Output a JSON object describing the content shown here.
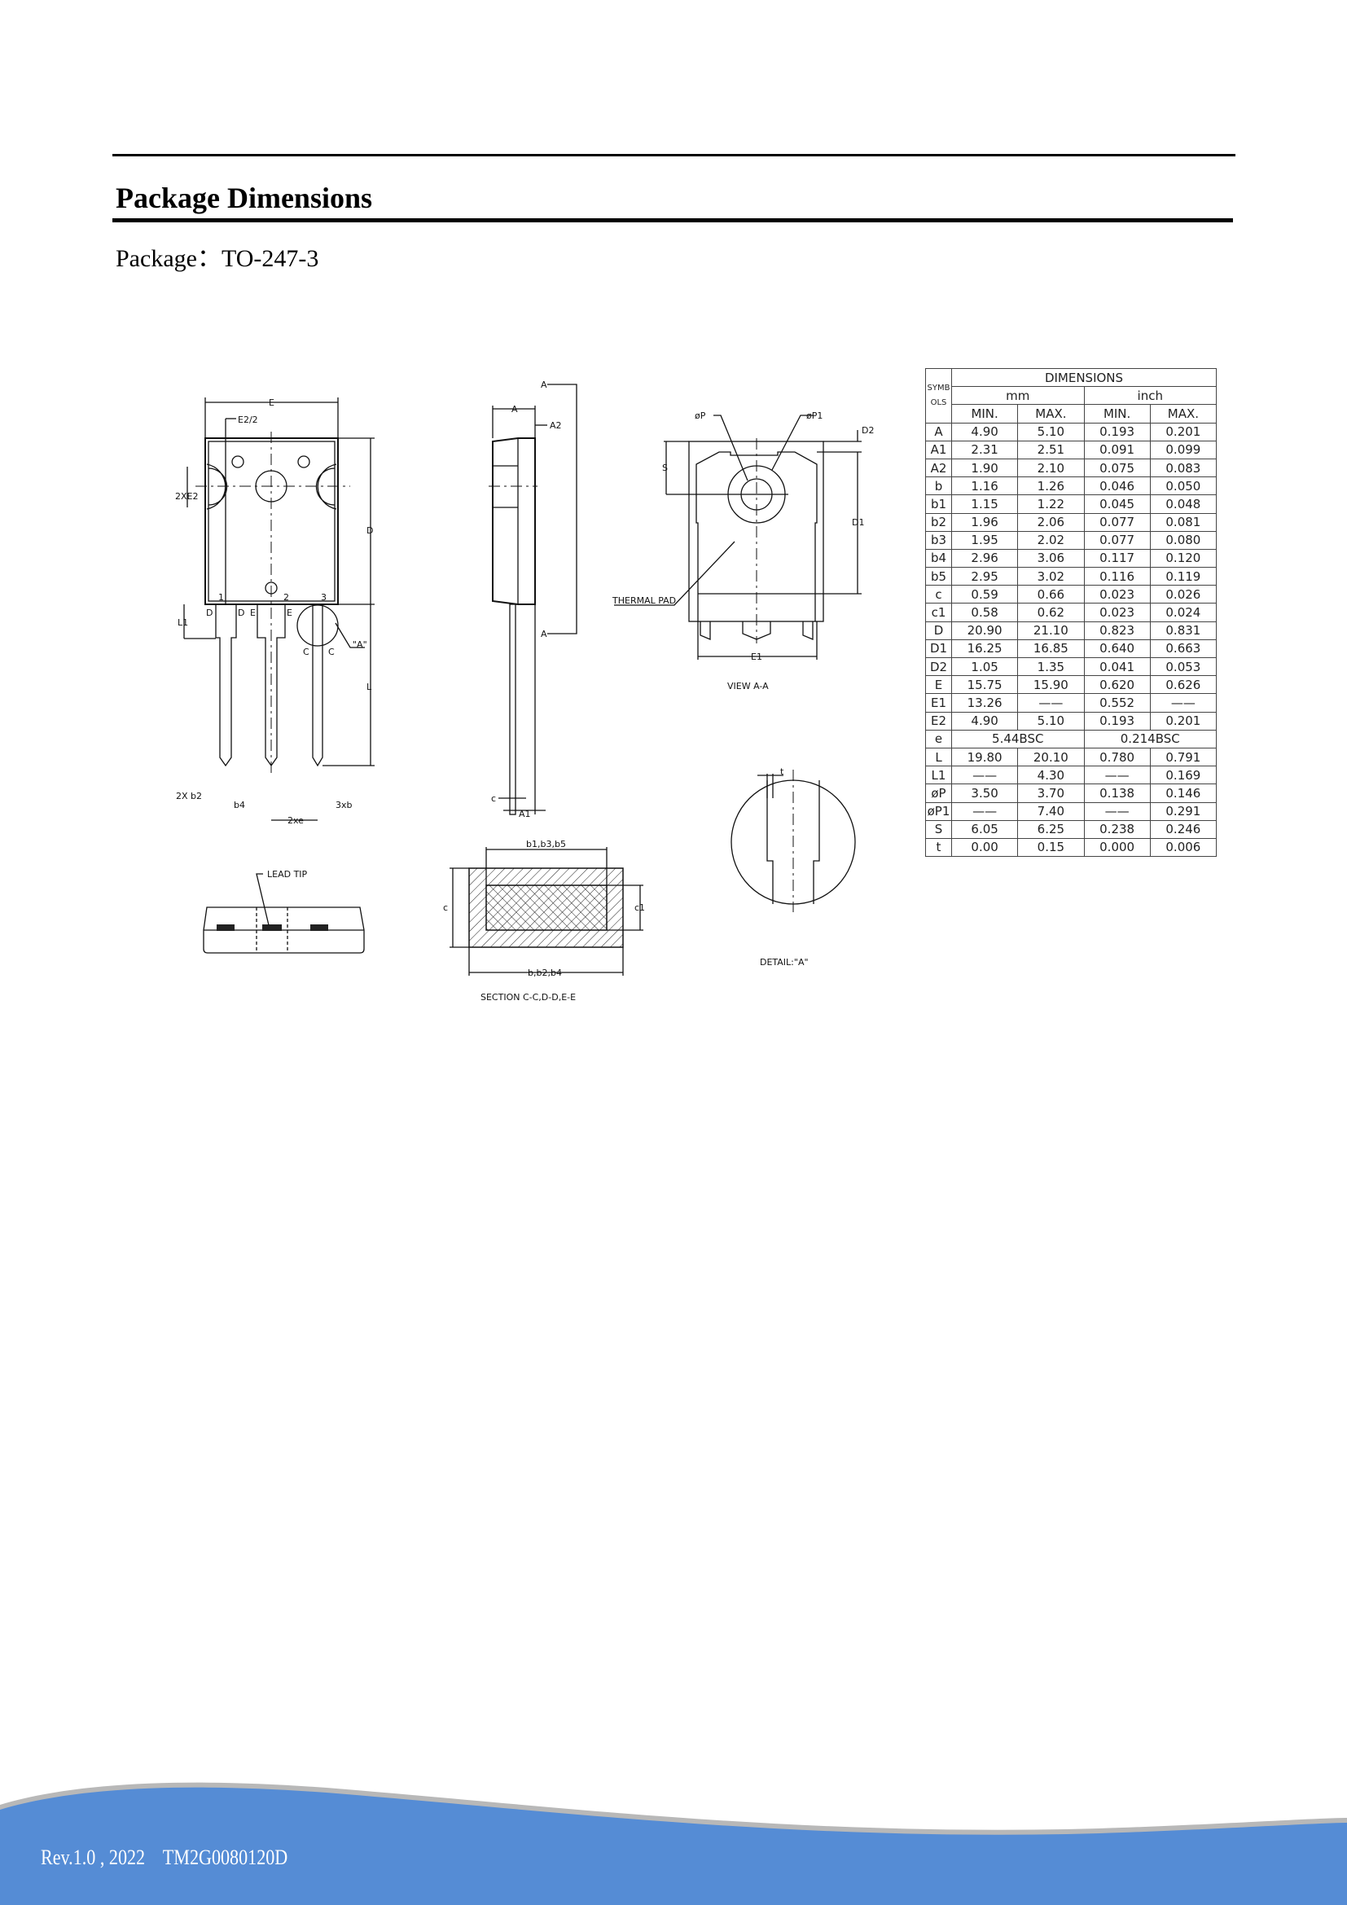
{
  "header": {
    "title": "Package Dimensions",
    "package_line": "Package：TO-247-3"
  },
  "drawings": {
    "front": {
      "E": "E",
      "E2_half": "E2/2",
      "two_x_E2": "2XE2",
      "D": "D",
      "L": "L",
      "L1": "L1",
      "pin1": "1",
      "pin2": "2",
      "pin3": "3",
      "secD1": "D",
      "secD2": "D",
      "secE1": "E",
      "secE2": "E",
      "secC1": "C",
      "secC2": "C",
      "detailA": "\"A\"",
      "two_x_b2": "2X  b2",
      "b4": "b4",
      "two_x_e": "2xe",
      "three_x_b": "3xb"
    },
    "side": {
      "A_top": "A",
      "A_bottom": "A",
      "A": "A",
      "A2": "A2",
      "c": "c",
      "A1": "A1"
    },
    "view_aa": {
      "phiP": "øP",
      "phiP1": "øP1",
      "D2": "D2",
      "S": "S",
      "D1": "D1",
      "thermal_pad": "THERMAL PAD",
      "E1": "E1",
      "caption": "VIEW A-A"
    },
    "lead_tip": {
      "label": "LEAD TIP"
    },
    "section": {
      "top": "b1,b3,b5",
      "c": "c",
      "c1": "c1",
      "bottom": "b,b2,b4",
      "caption": "SECTION C-C,D-D,E-E"
    },
    "detail": {
      "t": "t",
      "caption": "DETAIL:\"A\""
    }
  },
  "table": {
    "symbols_header": "SYMBOLS",
    "dimensions_header": "DIMENSIONS",
    "mm": "mm",
    "inch": "inch",
    "min": "MIN.",
    "max": "MAX.",
    "rows": [
      [
        "A",
        "4.90",
        "5.10",
        "0.193",
        "0.201"
      ],
      [
        "A1",
        "2.31",
        "2.51",
        "0.091",
        "0.099"
      ],
      [
        "A2",
        "1.90",
        "2.10",
        "0.075",
        "0.083"
      ],
      [
        "b",
        "1.16",
        "1.26",
        "0.046",
        "0.050"
      ],
      [
        "b1",
        "1.15",
        "1.22",
        "0.045",
        "0.048"
      ],
      [
        "b2",
        "1.96",
        "2.06",
        "0.077",
        "0.081"
      ],
      [
        "b3",
        "1.95",
        "2.02",
        "0.077",
        "0.080"
      ],
      [
        "b4",
        "2.96",
        "3.06",
        "0.117",
        "0.120"
      ],
      [
        "b5",
        "2.95",
        "3.02",
        "0.116",
        "0.119"
      ],
      [
        "c",
        "0.59",
        "0.66",
        "0.023",
        "0.026"
      ],
      [
        "c1",
        "0.58",
        "0.62",
        "0.023",
        "0.024"
      ],
      [
        "D",
        "20.90",
        "21.10",
        "0.823",
        "0.831"
      ],
      [
        "D1",
        "16.25",
        "16.85",
        "0.640",
        "0.663"
      ],
      [
        "D2",
        "1.05",
        "1.35",
        "0.041",
        "0.053"
      ],
      [
        "E",
        "15.75",
        "15.90",
        "0.620",
        "0.626"
      ],
      [
        "E1",
        "13.26",
        "——",
        "0.552",
        "——"
      ],
      [
        "E2",
        "4.90",
        "5.10",
        "0.193",
        "0.201"
      ],
      [
        "e",
        "5.44BSC",
        null,
        "0.214BSC",
        null
      ],
      [
        "L",
        "19.80",
        "20.10",
        "0.780",
        "0.791"
      ],
      [
        "L1",
        "——",
        "4.30",
        "——",
        "0.169"
      ],
      [
        "øP",
        "3.50",
        "3.70",
        "0.138",
        "0.146"
      ],
      [
        "øP1",
        "——",
        "7.40",
        "——",
        "0.291"
      ],
      [
        "S",
        "6.05",
        "6.25",
        "0.238",
        "0.246"
      ],
      [
        "t",
        "0.00",
        "0.15",
        "0.000",
        "0.006"
      ]
    ]
  },
  "footer": {
    "text": "Rev.1.0 , 2022    TM2G0080120D",
    "color": "#558cd5",
    "edge_color": "#b8b8b8"
  }
}
